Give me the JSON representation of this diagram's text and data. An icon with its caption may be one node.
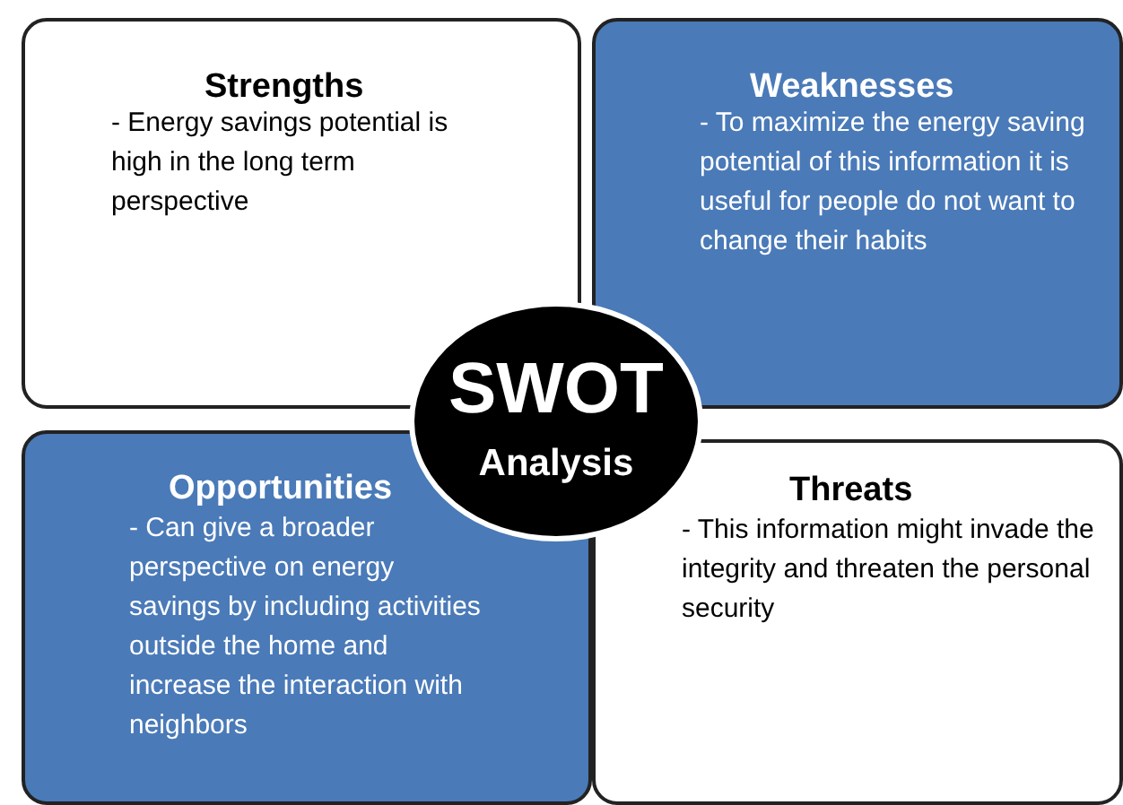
{
  "diagram": {
    "nodes": [
      {
        "text": [
          "Strengths",
          "- Energy savings potential is high in the long term perspective"
        ]
      },
      {
        "text": [
          "Weaknesses",
          "- To maximize the energy saving potential of this information it is useful for people do not want to change their habits"
        ]
      },
      {
        "text": [
          "Opportunities",
          "- Can give a broader perspective on energy savings by including activities outside the home and increase the interaction with neighbors"
        ]
      },
      {
        "text": [
          "Threats",
          "- This information might invade the integrity and threaten the personal security"
        ]
      },
      {
        "text": [
          "SWOT",
          "Analysis"
        ]
      }
    ]
  }
}
